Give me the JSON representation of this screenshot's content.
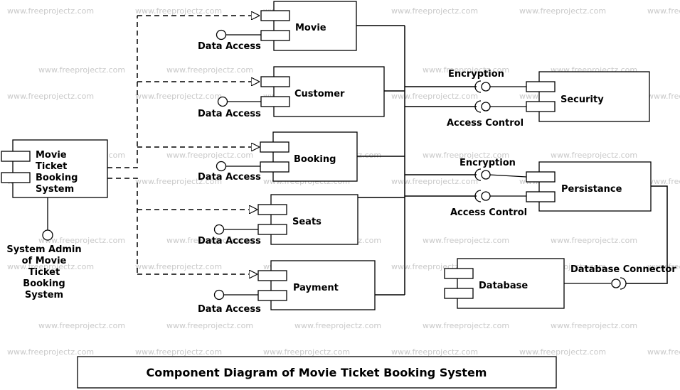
{
  "watermark": "www.freeprojectz.com",
  "title": "Component Diagram of Movie Ticket Booking System",
  "main_system": {
    "name_lines": [
      "Movie",
      "Ticket",
      "Booking",
      "System"
    ],
    "actor_lines": [
      "System Admin",
      "of Movie",
      "Ticket",
      "Booking",
      "System"
    ]
  },
  "modules": [
    {
      "name": "Movie",
      "port_label": "Data Access"
    },
    {
      "name": "Customer",
      "port_label": "Data Access"
    },
    {
      "name": "Booking",
      "port_label": "Data Access"
    },
    {
      "name": "Seats",
      "port_label": "Data Access"
    },
    {
      "name": "Payment",
      "port_label": "Data Access"
    }
  ],
  "services": [
    {
      "name": "Security",
      "interfaces": [
        "Encryption",
        "Access Control"
      ]
    },
    {
      "name": "Persistance",
      "interfaces": [
        "Encryption",
        "Access Control"
      ]
    }
  ],
  "database": {
    "name": "Database",
    "connector_label": "Database Connector"
  },
  "colors": {
    "line": "#000000",
    "background": "#ffffff",
    "watermark": "#c9c9c9"
  }
}
